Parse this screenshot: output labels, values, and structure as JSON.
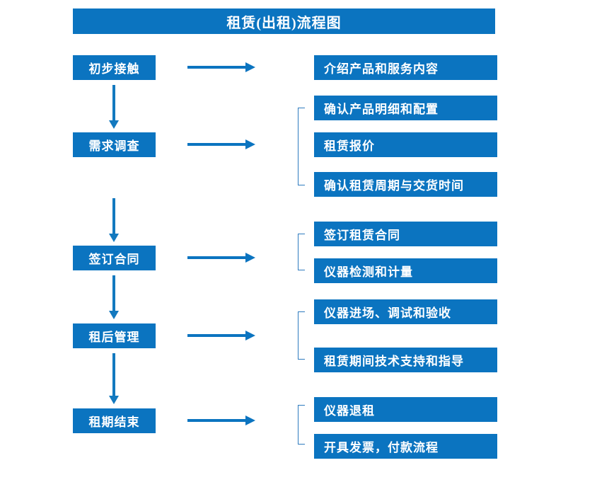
{
  "title": "租赁(出租)流程图",
  "colors": {
    "box_fill": "#0B74C0",
    "box_text": "#FFFFFF",
    "arrow": "#0B74C0",
    "vertical_arrow": "#1379BF",
    "bracket": "#2E7BBF",
    "background": "#FFFFFF"
  },
  "stages": [
    {
      "label": "初步接触"
    },
    {
      "label": "需求调查"
    },
    {
      "label": "签订合同"
    },
    {
      "label": "租后管理"
    },
    {
      "label": "租期结束"
    }
  ],
  "details": [
    {
      "label": "介绍产品和服务内容"
    },
    {
      "label": "确认产品明细和配置"
    },
    {
      "label": "租赁报价"
    },
    {
      "label": "确认租赁周期与交货时间"
    },
    {
      "label": "签订租赁合同"
    },
    {
      "label": "仪器检测和计量"
    },
    {
      "label": "仪器进场、调试和验收"
    },
    {
      "label": "租赁期间技术支持和指导"
    },
    {
      "label": "仪器退租"
    },
    {
      "label": "开具发票，付款流程"
    }
  ]
}
